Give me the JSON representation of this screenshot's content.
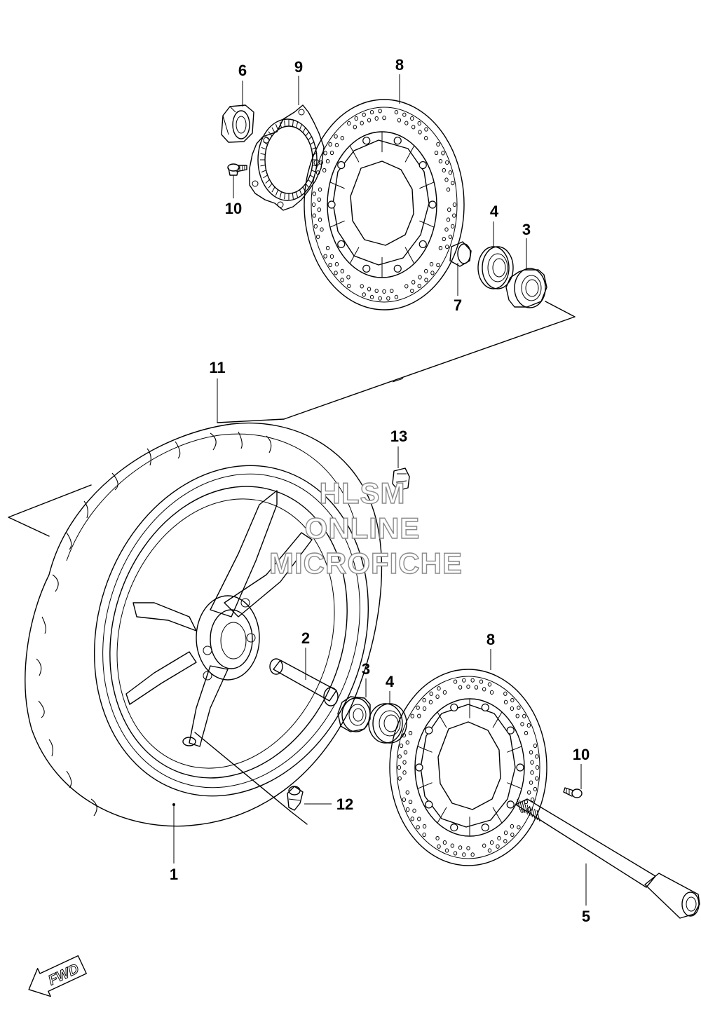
{
  "callouts": {
    "c1": "1",
    "c2": "2",
    "c3a": "3",
    "c3b": "3",
    "c4a": "4",
    "c4b": "4",
    "c5": "5",
    "c6": "6",
    "c7": "7",
    "c8a": "8",
    "c8b": "8",
    "c9": "9",
    "c10a": "10",
    "c10b": "10",
    "c11": "11",
    "c12": "12",
    "c13": "13"
  },
  "watermark": {
    "line1": "HLSM",
    "line2": "ONLINE",
    "line3": "MICROFICHE"
  },
  "direction_label": "FWD"
}
